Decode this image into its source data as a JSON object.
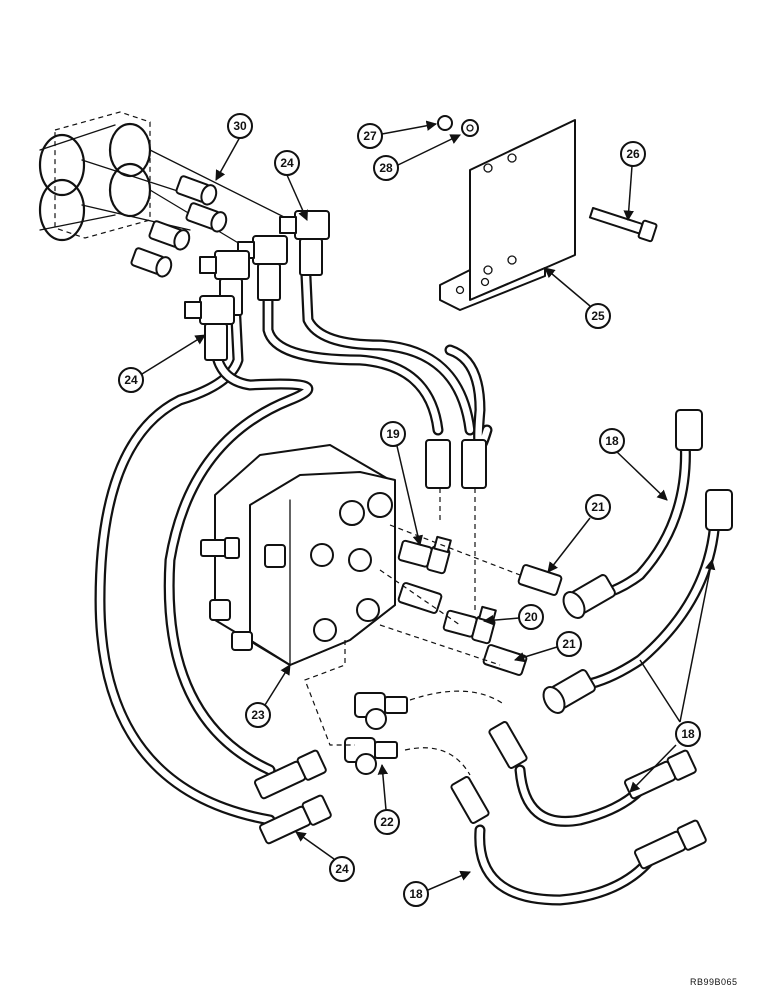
{
  "drawing_code": "RB99B065",
  "callouts": [
    "30",
    "24",
    "27",
    "28",
    "26",
    "25",
    "24",
    "19",
    "18",
    "21",
    "20",
    "21",
    "23",
    "18",
    "22",
    "24",
    "18"
  ]
}
